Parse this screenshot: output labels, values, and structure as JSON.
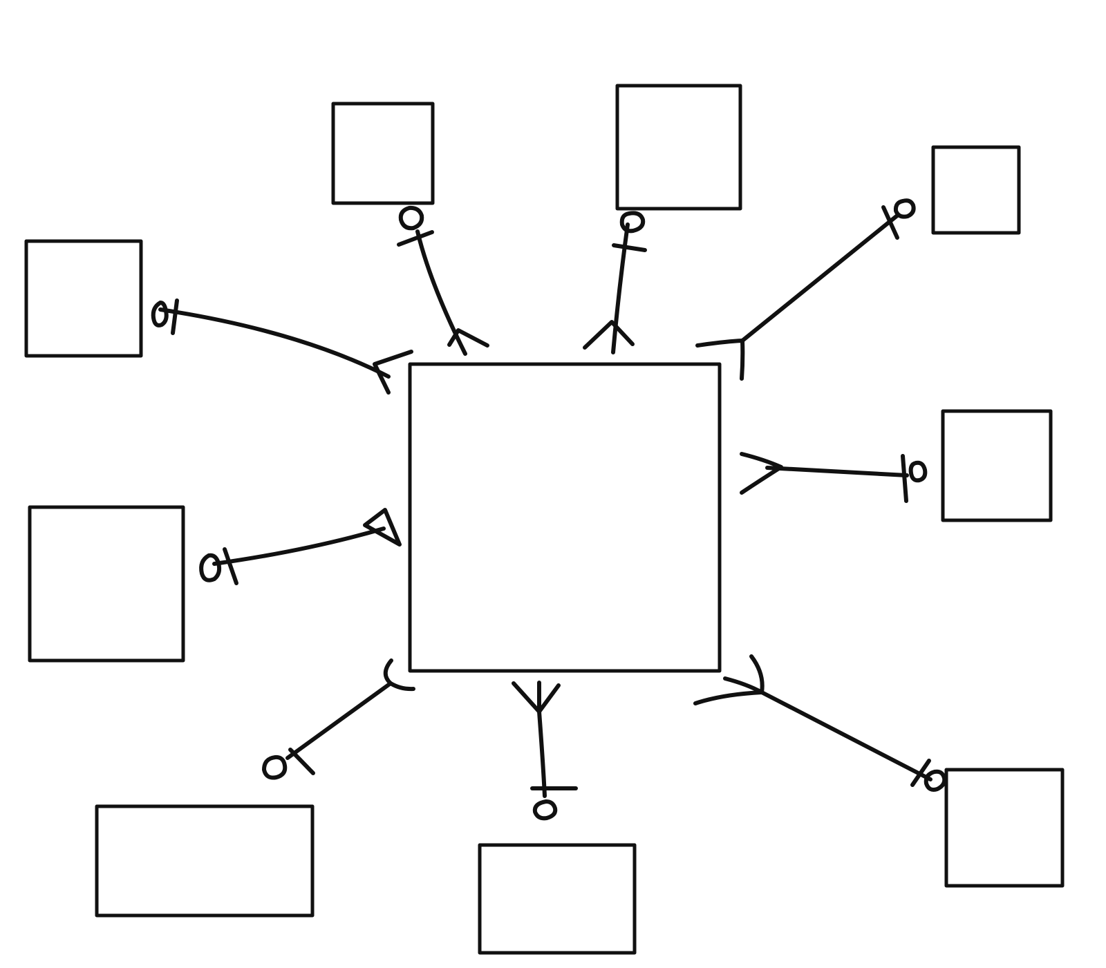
{
  "style": {
    "ink_color": "#111111",
    "background_color": "#ffffff"
  },
  "diagram": {
    "type": "entity-relationship sketch",
    "notation": "crow's foot",
    "entities": [
      {
        "id": "center",
        "role": "central entity"
      },
      {
        "id": "top-left",
        "role": "satellite entity"
      },
      {
        "id": "top-center-left",
        "role": "satellite entity"
      },
      {
        "id": "top-center-right",
        "role": "satellite entity"
      },
      {
        "id": "top-right",
        "role": "satellite entity"
      },
      {
        "id": "middle-left",
        "role": "satellite entity"
      },
      {
        "id": "middle-right",
        "role": "satellite entity"
      },
      {
        "id": "bottom-left",
        "role": "satellite entity"
      },
      {
        "id": "bottom-center",
        "role": "satellite entity"
      },
      {
        "id": "bottom-right",
        "role": "satellite entity"
      }
    ],
    "relationships": [
      {
        "from": "top-left",
        "to": "center",
        "from_end": "zero-or-one",
        "to_end": "many"
      },
      {
        "from": "top-center-left",
        "to": "center",
        "from_end": "zero-or-one",
        "to_end": "many"
      },
      {
        "from": "top-center-right",
        "to": "center",
        "from_end": "zero-or-one",
        "to_end": "many"
      },
      {
        "from": "top-right",
        "to": "center",
        "from_end": "zero-or-one",
        "to_end": "many"
      },
      {
        "from": "middle-left",
        "to": "center",
        "from_end": "zero-or-one",
        "to_end": "many"
      },
      {
        "from": "middle-right",
        "to": "center",
        "from_end": "zero-or-one",
        "to_end": "many"
      },
      {
        "from": "bottom-left",
        "to": "center",
        "from_end": "zero-or-one",
        "to_end": "many"
      },
      {
        "from": "bottom-center",
        "to": "center",
        "from_end": "zero-or-one",
        "to_end": "many"
      },
      {
        "from": "bottom-right",
        "to": "center",
        "from_end": "zero-or-one",
        "to_end": "many"
      }
    ]
  }
}
